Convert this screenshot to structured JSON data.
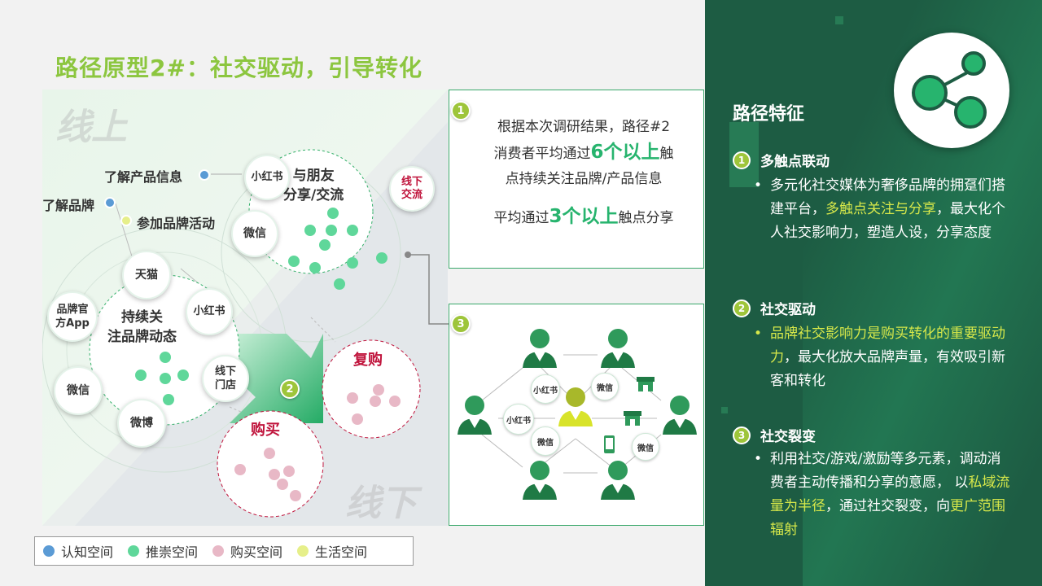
{
  "title": "路径原型2#：社交驱动，引导转化",
  "diagram": {
    "zone_online": "线上",
    "zone_offline": "线下",
    "labels": {
      "learn_product": "了解产品信息",
      "learn_brand": "了解品牌",
      "join_activity": "参加品牌活动"
    },
    "share_circle": {
      "title_line1": "与朋友",
      "title_line2": "分享/交流",
      "xiaohongshu": "小红书",
      "wechat": "微信",
      "offline_l1": "线下",
      "offline_l2": "交流"
    },
    "follow_circle": {
      "title_line1": "持续关",
      "title_line2": "注品牌动态",
      "tmall": "天猫",
      "xiaohongshu": "小红书",
      "app_l1": "品牌官",
      "app_l2": "方App",
      "wechat": "微信",
      "store_l1": "线下",
      "store_l2": "门店",
      "weibo": "微博"
    },
    "buy_label": "购买",
    "rebuy_label": "复购",
    "badge2": "2"
  },
  "legend": [
    {
      "label": "认知空间",
      "color": "#5b9bd5"
    },
    {
      "label": "推崇空间",
      "color": "#5fd79a"
    },
    {
      "label": "购买空间",
      "color": "#e8b8c6"
    },
    {
      "label": "生活空间",
      "color": "#e6ef8a"
    }
  ],
  "box1": {
    "badge": "1",
    "line1": "根据本次调研结果，路径#2",
    "line2_pre": "消费者平均通过",
    "line2_big": "6个以上",
    "line2_post": "触",
    "line3": "点持续关注品牌/产品信息",
    "line4_pre": "平均通过",
    "line4_big": "3个以上",
    "line4_post": "触点分享"
  },
  "box3": {
    "badge": "3",
    "xhs1": "小红书",
    "wx1": "微信",
    "xhs2": "小红书",
    "wx2": "微信",
    "wx3": "微信"
  },
  "right": {
    "title": "路径特征",
    "sections": [
      {
        "num": "1",
        "heading": "多触点联动",
        "bullet": "•",
        "text_a": "多元化社交媒体为奢侈品牌的拥趸们搭建平台，",
        "text_hl": "多触点关注与分享",
        "text_b": "，最大化个人社交影响力，塑造人设，分享态度"
      },
      {
        "num": "2",
        "heading": "社交驱动",
        "bullet": "•",
        "text_hl": "品牌社交影响力是购买转化的重要驱动力",
        "text_b": "，最大化放大品牌声量，有效吸引新客和转化"
      },
      {
        "num": "3",
        "heading": "社交裂变",
        "bullet": "•",
        "text_a": "利用社交/游戏/激励等多元素，调动消费者主动传播和分享的意愿， 以",
        "text_hl": "私域流量为半径",
        "text_b": "，通过社交裂变，向",
        "text_hl2": "更广范围辐射"
      }
    ]
  },
  "colors": {
    "accent_green": "#27b46e",
    "title_green": "#8cc63f",
    "dark_panel": "#1d5c43",
    "highlight": "#d7e84a",
    "buy_red": "#c0143c"
  }
}
